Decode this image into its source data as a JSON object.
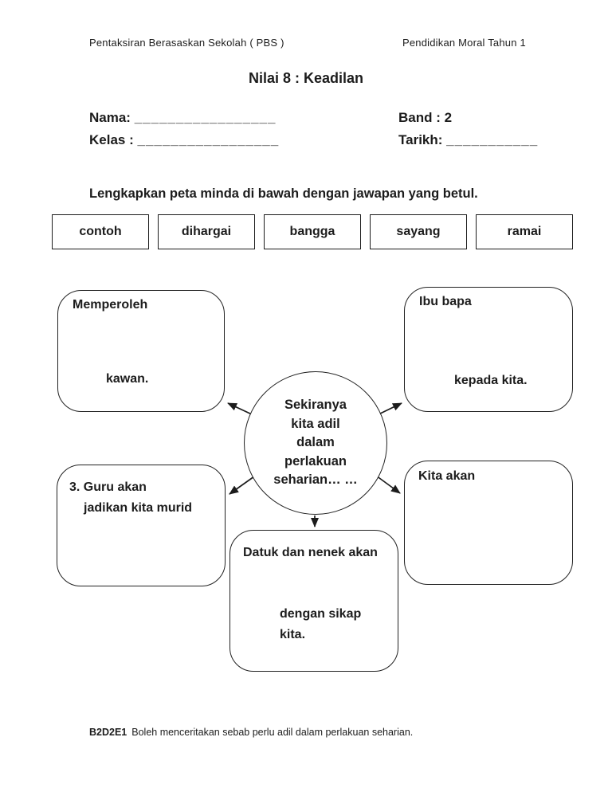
{
  "header": {
    "left": "Pentaksiran Berasaskan Sekolah ( PBS )",
    "right": "Pendidikan Moral Tahun 1"
  },
  "title": "Nilai 8 : Keadilan",
  "fields": {
    "nama_label": "Nama:",
    "nama_blank": "_________________",
    "kelas_label": "Kelas :",
    "kelas_blank": "_________________",
    "band_label": "Band :",
    "band_value": "2",
    "tarikh_label": "Tarikh:",
    "tarikh_blank": "___________"
  },
  "instruction": "Lengkapkan peta minda di bawah dengan jawapan yang betul.",
  "word_bank": [
    "contoh",
    "dihargai",
    "bangga",
    "sayang",
    "ramai"
  ],
  "mindmap": {
    "center_lines": [
      "Sekiranya",
      "kita adil",
      "dalam",
      "perlakuan",
      "seharian… …"
    ],
    "boxes": {
      "top_left": {
        "line1": "Memperoleh",
        "line2": "kawan."
      },
      "top_right": {
        "line1": "Ibu bapa",
        "line2": "kepada kita."
      },
      "mid_left": {
        "line1": "3. Guru akan",
        "line2": "jadikan kita murid"
      },
      "mid_right": {
        "line1": "Kita akan"
      },
      "bottom": {
        "line1": "Datuk dan nenek akan",
        "line2": "dengan sikap",
        "line3": "kita."
      }
    }
  },
  "footer": {
    "code": "B2D2E1",
    "text": "Boleh menceritakan sebab perlu adil dalam perlakuan seharian."
  },
  "colors": {
    "ink": "#1c1c1c",
    "paper": "#ffffff"
  }
}
